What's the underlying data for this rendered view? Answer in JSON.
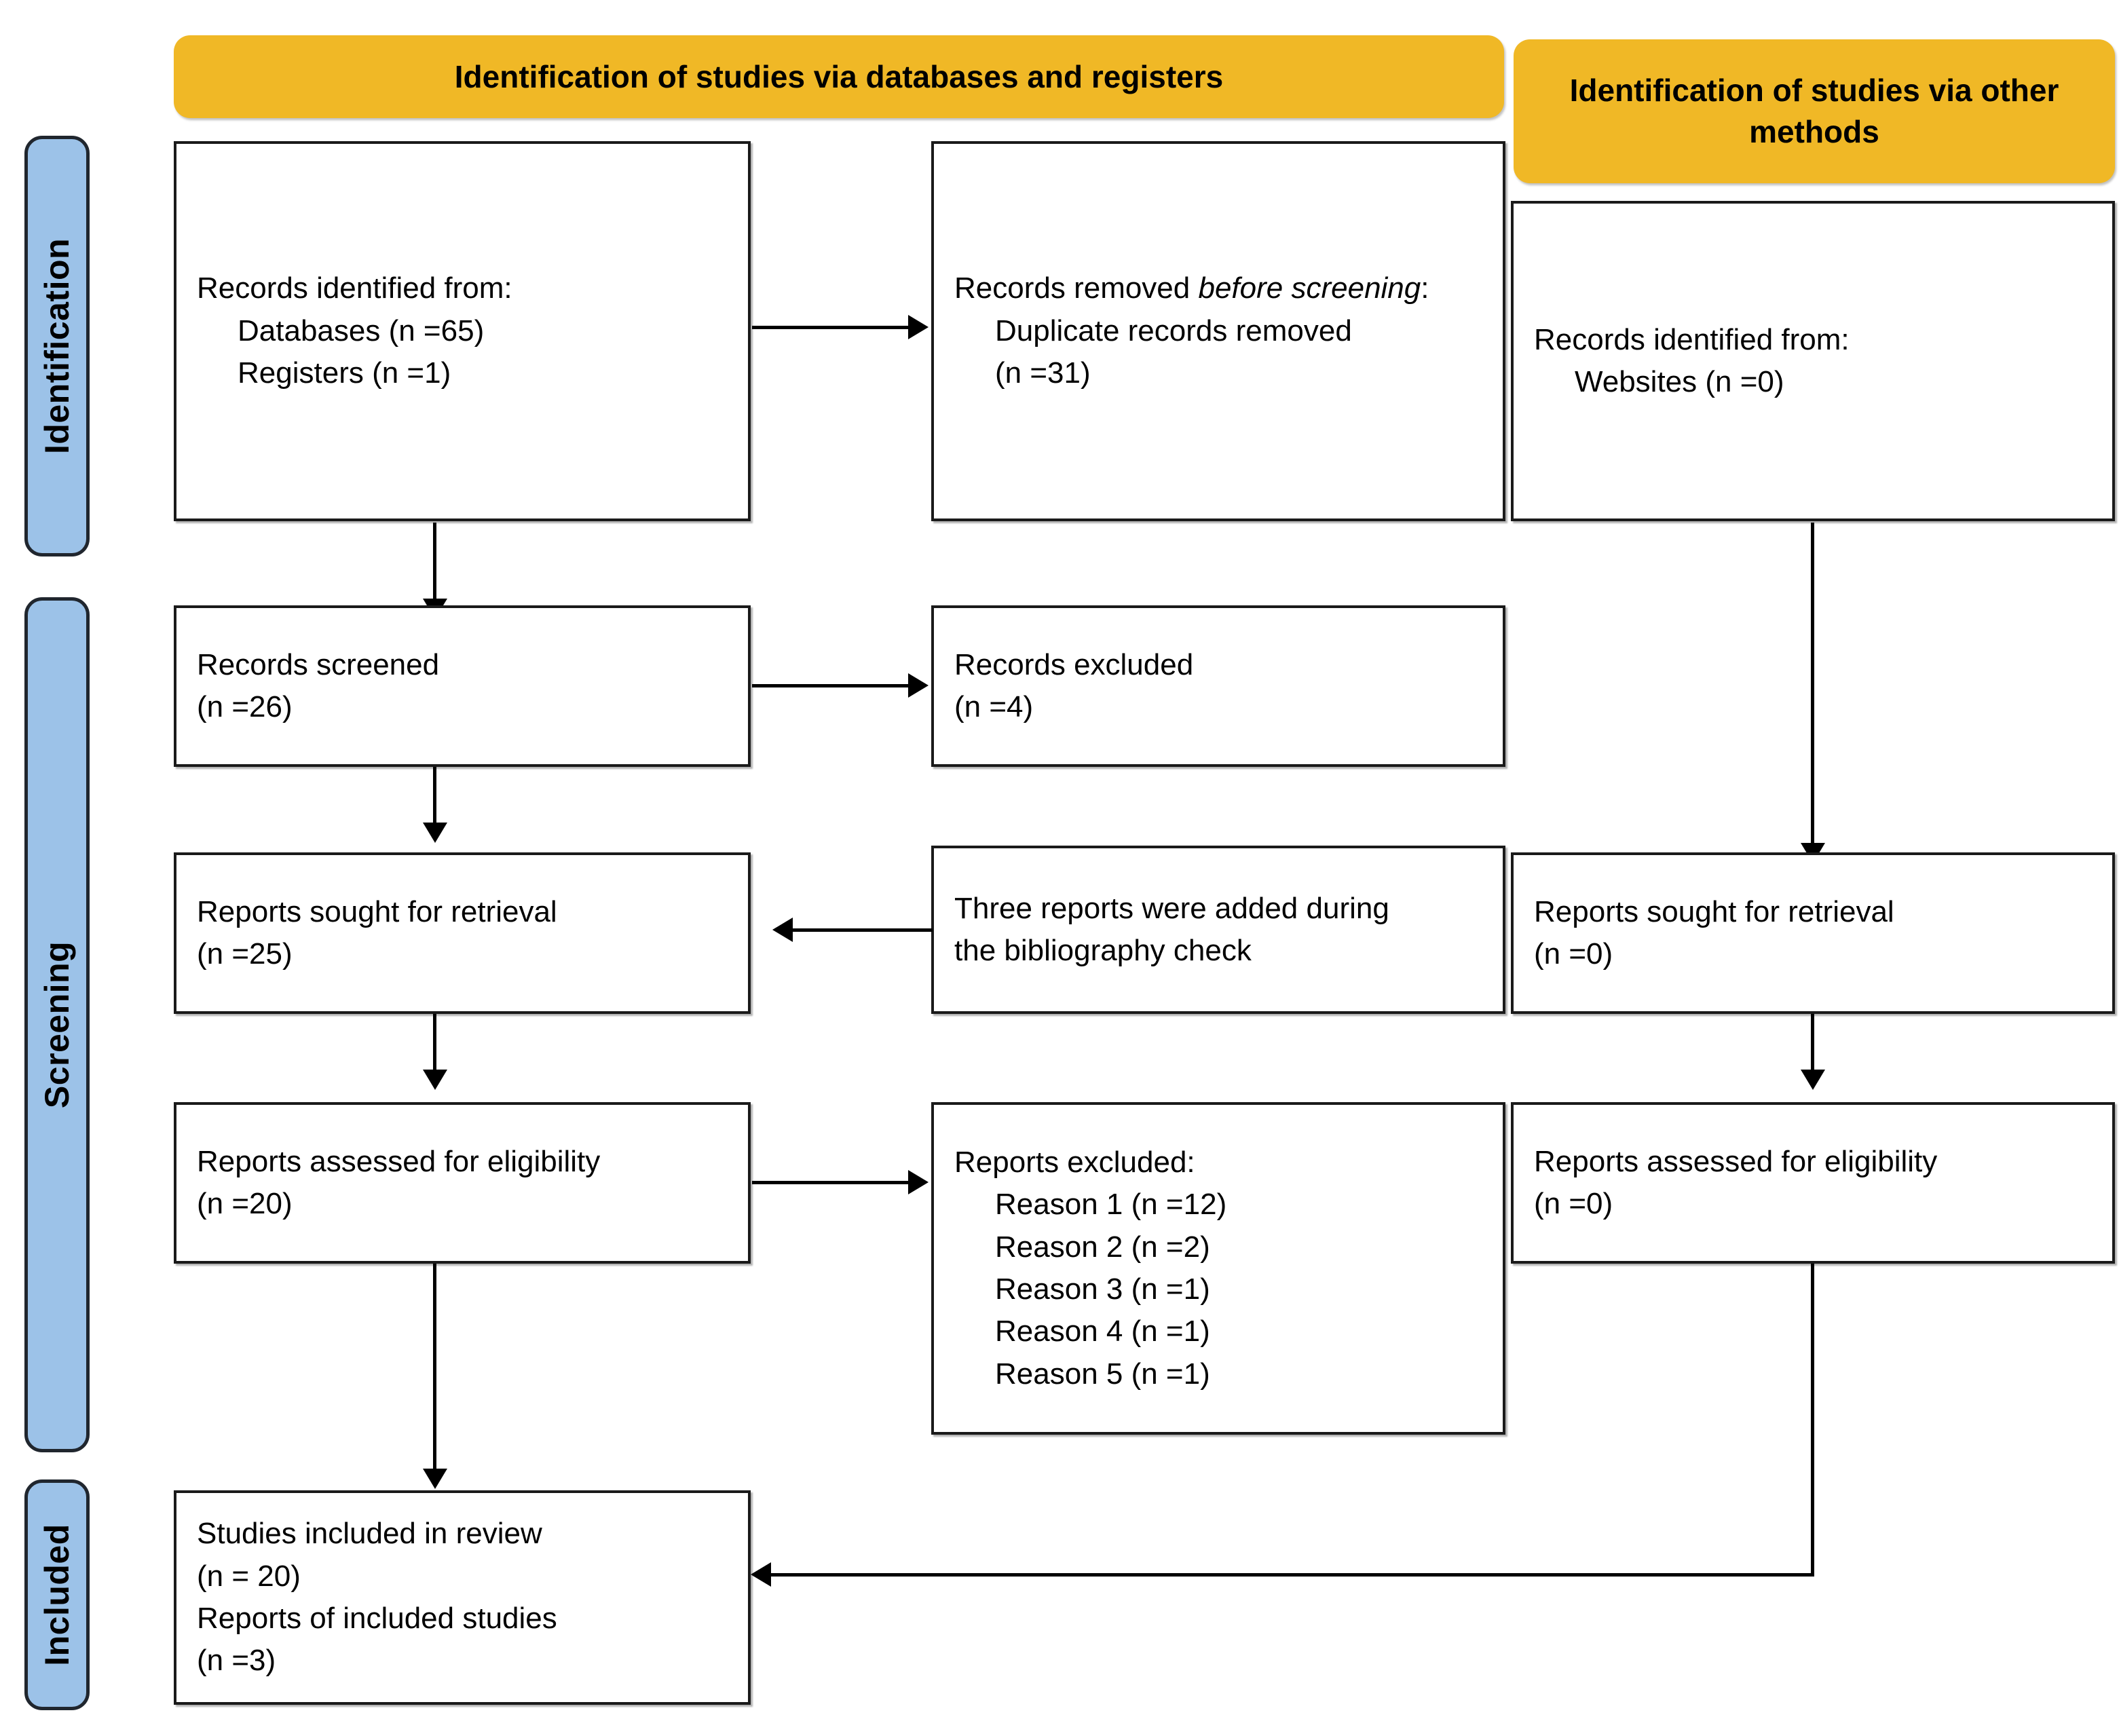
{
  "diagram": {
    "title": "PRISMA 2020 flow diagram",
    "colors": {
      "header_orange": "#F0B826",
      "stage_blue": "#9CC2E8",
      "border_dark": "#1a1a1a",
      "connector_black": "#000000"
    }
  },
  "stages": [
    {
      "id": "identification",
      "label": "Identification"
    },
    {
      "id": "screening",
      "label": "Screening"
    },
    {
      "id": "included",
      "label": "Included"
    }
  ],
  "section_headers": [
    {
      "id": "databases-registers",
      "label": "Identification of studies via databases and registers"
    },
    {
      "id": "other-methods",
      "label": "Identification of studies via other methods"
    }
  ],
  "nodes": {
    "records_identified": {
      "lines": [
        "Records identified from:",
        "Databases (n =65)",
        "Registers (n =1)"
      ]
    },
    "records_removed": {
      "lines": [
        "Records removed before",
        "screening:",
        "Duplicate records removed",
        "(n =31)"
      ],
      "plain_prefix": "Records removed ",
      "italic_part": "before screening",
      "colon": ":"
    },
    "records_identified_other": {
      "lines": [
        "Records identified from:",
        "Websites (n =0)"
      ]
    },
    "records_screened": {
      "lines": [
        "Records screened",
        "(n =26)"
      ]
    },
    "records_excluded": {
      "lines": [
        "Records excluded",
        "(n =4)"
      ]
    },
    "reports_sought": {
      "lines": [
        "Reports sought for retrieval",
        "(n =25)"
      ]
    },
    "bibliography_note": {
      "lines": [
        "Three reports were added during",
        "the bibliography check"
      ]
    },
    "reports_sought_other": {
      "lines": [
        "Reports sought for retrieval",
        "(n =0)"
      ]
    },
    "reports_assessed": {
      "lines": [
        "Reports assessed for eligibility",
        "(n =20)"
      ]
    },
    "reports_excluded": {
      "lines": [
        "Reports excluded:",
        "Reason 1 (n =12)",
        "Reason 2 (n =2)",
        "Reason 3 (n =1)",
        "Reason 4 (n =1)",
        "Reason 5 (n =1)"
      ]
    },
    "reports_assessed_other": {
      "lines": [
        "Reports assessed for eligibility",
        "(n =0)"
      ]
    },
    "studies_included": {
      "lines": [
        "Studies included in review",
        "(n = 20)",
        "Reports of included studies",
        "(n =3)"
      ]
    }
  },
  "chart_data": {
    "type": "diagram",
    "title": "PRISMA 2020 flow diagram",
    "counts": {
      "databases": 65,
      "registers": 1,
      "duplicates_removed": 31,
      "websites": 0,
      "records_screened": 26,
      "records_excluded": 4,
      "reports_sought": 25,
      "reports_sought_other": 0,
      "reports_assessed": 20,
      "reports_assessed_other": 0,
      "reports_excluded_reason_1": 12,
      "reports_excluded_reason_2": 2,
      "reports_excluded_reason_3": 1,
      "reports_excluded_reason_4": 1,
      "reports_excluded_reason_5": 1,
      "studies_included": 20,
      "reports_of_included_studies": 3,
      "reports_added_bibliography_check": 3
    }
  }
}
